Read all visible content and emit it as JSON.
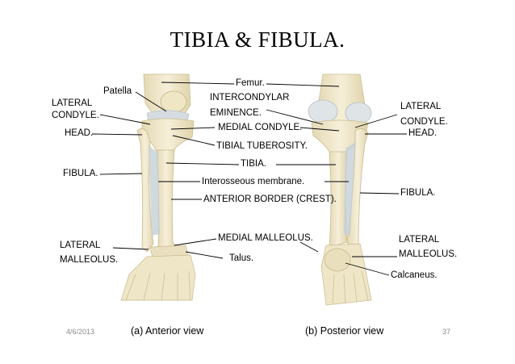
{
  "title": "TIBIA & FIBULA.",
  "labels": {
    "femur": "Femur.",
    "patella": "Patella",
    "lateral_condyle_left_1": "LATERAL",
    "lateral_condyle_left_2": "CONDYLE.",
    "intercondylar_1": "INTERCONDYLAR",
    "intercondylar_2": "EMINENCE.",
    "lateral_condyle_right_1": "LATERAL",
    "lateral_condyle_right_2": "CONDYLE.",
    "head_left": "HEAD.",
    "medial_condyle": "MEDIAL CONDYLE.",
    "head_right": "HEAD.",
    "tibial_tuberosity": "TIBIAL TUBEROSITY.",
    "tibia": "TIBIA.",
    "fibula_left": "FIBULA.",
    "interosseous": "Interosseous membrane.",
    "fibula_right": "FIBULA.",
    "anterior_border": "ANTERIOR BORDER (CREST).",
    "medial_malleolus": "MEDIAL MALLEOLUS.",
    "lateral_malleolus_left_1": "LATERAL",
    "lateral_malleolus_left_2": "MALLEOLUS.",
    "lateral_malleolus_right_1": "LATERAL",
    "lateral_malleolus_right_2": "MALLEOLUS.",
    "talus": "Talus.",
    "calcaneus": "Calcaneus."
  },
  "footer": {
    "date": "4/6/2013",
    "anterior_caption": "(a) Anterior view",
    "posterior_caption": "(b) Posterior view",
    "page_number": "37"
  },
  "colors": {
    "bone": "#efe6c8",
    "bone_shade": "#d9cfa6",
    "cartilage": "#c9d3dc",
    "membrane": "#b7c6cf",
    "leader_line": "#000000"
  }
}
